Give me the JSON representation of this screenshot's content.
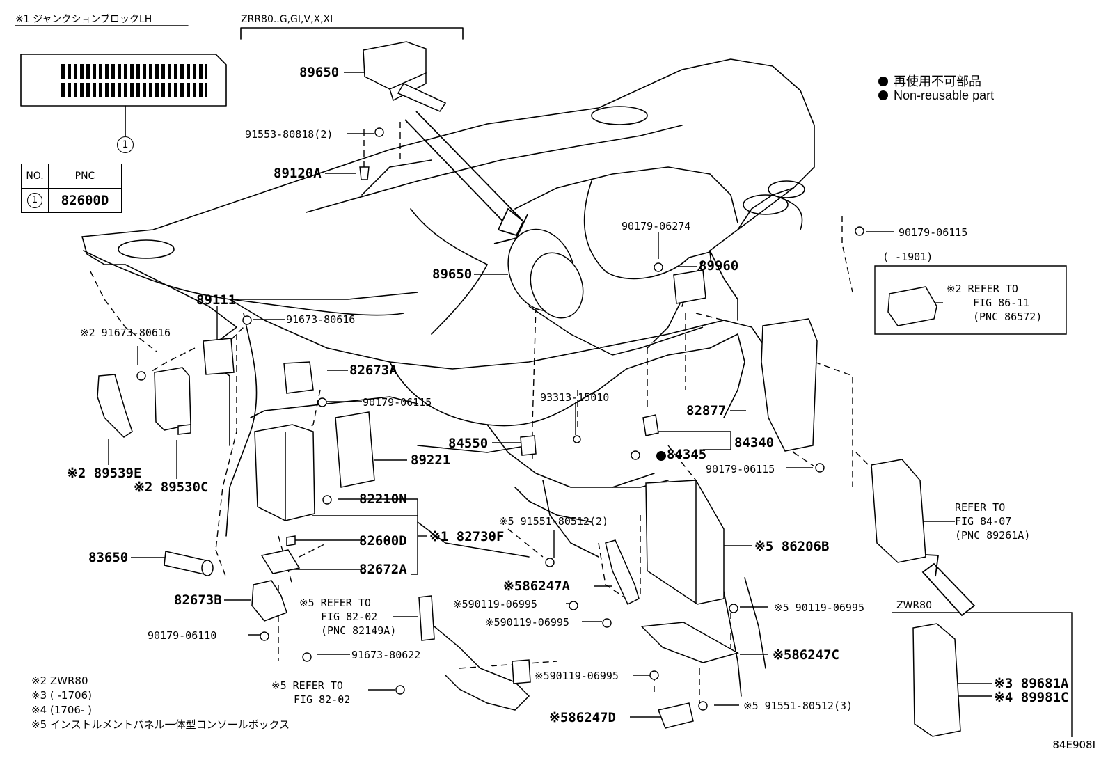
{
  "header": {
    "jb_title": "※1 ジャンクションブロックLH",
    "zrr_title": "ZRR80..G,GI,V,X,XI",
    "zwr_title": "ZWR80"
  },
  "legend": {
    "jp": "再使用不可部品",
    "en": "Non-reusable part"
  },
  "pnc_table": {
    "col_no": "NO.",
    "col_pnc": "PNC",
    "row_no": "1",
    "row_pnc": "82600D",
    "callout": "1"
  },
  "labels": {
    "p89650_top": "89650",
    "p91553": "91553-80818(2)",
    "p89120A": "89120A",
    "p89650_mid": "89650",
    "p90179_06274": "90179-06274",
    "p89960": "89960",
    "p89111": "89111",
    "p91673_80616": "91673-80616",
    "p91673_80616_l": "※2 91673-80616",
    "p82673A": "82673A",
    "p90179_06115_a": "90179-06115",
    "p93313": "93313-15010",
    "p82877": "82877",
    "p84550": "84550",
    "p89221": "89221",
    "p84340": "84340",
    "p84345": "84345",
    "p90179_06115_b": "90179-06115",
    "p89539E": "※2 89539E",
    "p89530C": "※2 89530C",
    "p82210N": "82210N",
    "p91551_2": "※5 91551-80512(2)",
    "p82730F": "※1 82730F",
    "p82600D": "82600D",
    "p86206B": "※5 86206B",
    "p83650": "83650",
    "p82672A": "82672A",
    "p86247A": "※586247A",
    "p90119_a": "※590119-06995",
    "p90119_b": "※590119-06995",
    "p90119_c": "※5 90119-06995",
    "p82673B": "82673B",
    "ref8202_a1": "※5 REFER TO",
    "ref8202_a2": "FIG 82-02",
    "ref8202_a3": "(PNC 82149A)",
    "p90179_06110": "90179-06110",
    "p91673_80622": "91673-80622",
    "p86247C": "※586247C",
    "ref8202_b1": "※5 REFER TO",
    "ref8202_b2": "FIG 82-02",
    "p90119_d": "※590119-06995",
    "p91551_3": "※5 91551-80512(3)",
    "p86247D": "※586247D",
    "p90179_06115_c": "90179-06115",
    "date_1901": "(      -1901)",
    "ref8611_1": "※2 REFER TO",
    "ref8611_2": "FIG 86-11",
    "ref8611_3": "(PNC 86572)",
    "ref8407_1": "REFER TO",
    "ref8407_2": "FIG 84-07",
    "ref8407_3": "(PNC 89261A)",
    "p89681A": "※3 89681A",
    "p89981C": "※4 89981C"
  },
  "notes": [
    "※2 ZWR80",
    "※3 (       -1706)",
    "※4 (1706-       )",
    "※5 インストルメントパネル一体型コンソールボックス"
  ],
  "figure_code": "84E908I"
}
